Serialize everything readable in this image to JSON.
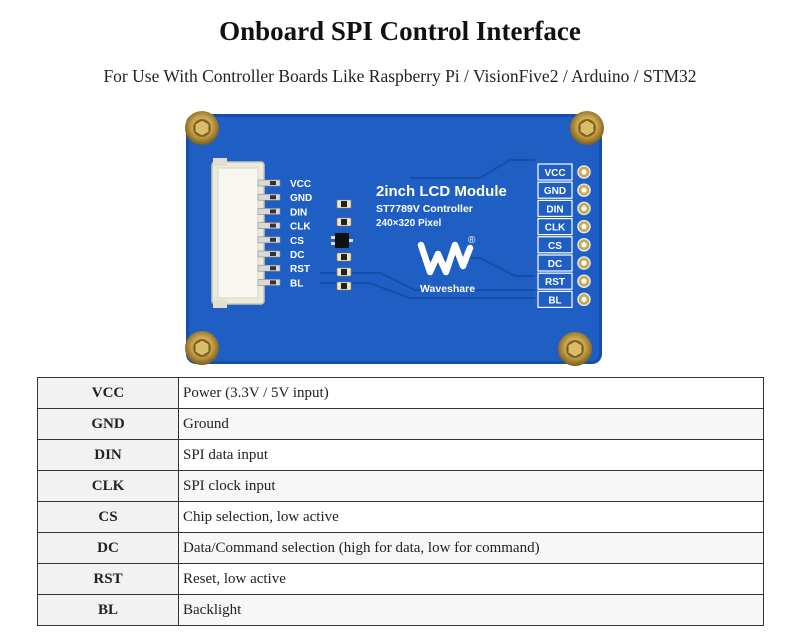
{
  "title": "Onboard SPI Control Interface",
  "subtitle": "For Use With Controller Boards Like Raspberry Pi / VisionFive2 / Arduino / STM32",
  "board": {
    "module_title": "2inch LCD Module",
    "controller": "ST7789V Controller",
    "resolution": "240×320 Pixel",
    "brand": "Waveshare",
    "registered_mark": "®",
    "left_pins": [
      "VCC",
      "GND",
      "DIN",
      "CLK",
      "CS",
      "DC",
      "RST",
      "BL"
    ],
    "right_pins": [
      "VCC",
      "GND",
      "DIN",
      "CLK",
      "CS",
      "DC",
      "RST",
      "BL"
    ],
    "colors": {
      "pcb": "#1f5fc4",
      "pcb_edge": "#174ea6",
      "connector": "#f2f1ea",
      "silkscreen": "#ffffff",
      "screw": "#c7a24a"
    }
  },
  "pin_table": [
    {
      "pin": "VCC",
      "description": "Power (3.3V / 5V input)"
    },
    {
      "pin": "GND",
      "description": "Ground"
    },
    {
      "pin": "DIN",
      "description": "SPI data input"
    },
    {
      "pin": "CLK",
      "description": "SPI clock input"
    },
    {
      "pin": "CS",
      "description": "Chip selection, low active"
    },
    {
      "pin": "DC",
      "description": "Data/Command selection (high for data, low for command)"
    },
    {
      "pin": "RST",
      "description": "Reset, low active"
    },
    {
      "pin": "BL",
      "description": "Backlight"
    }
  ]
}
